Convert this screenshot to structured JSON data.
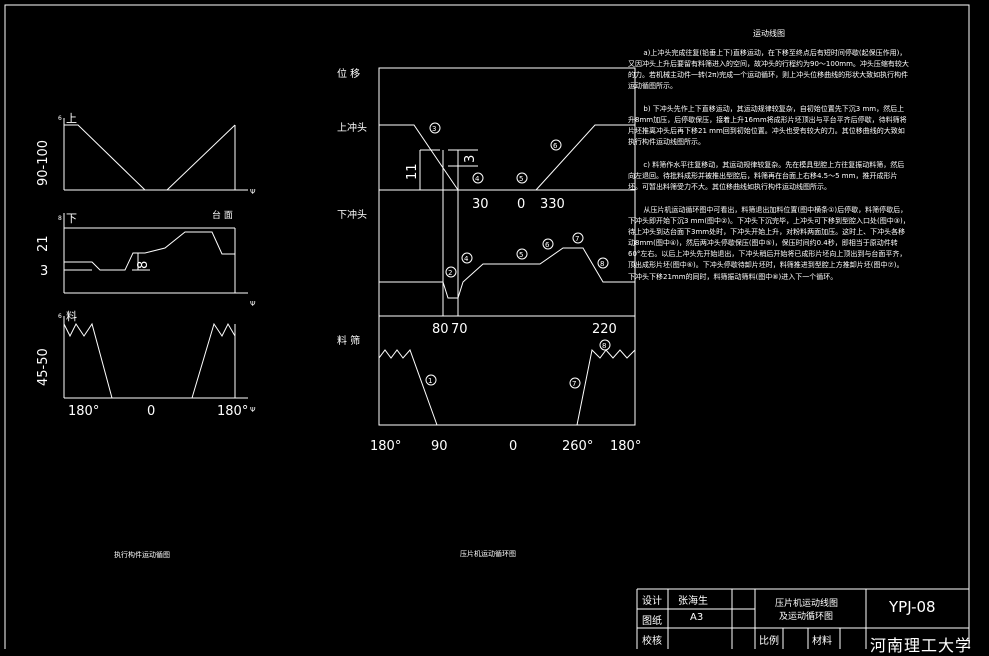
{
  "left_panel": {
    "caption": "执行构件运动循图",
    "chart1": {
      "y_tick": "6",
      "y_label": "上",
      "range_label": "90-100",
      "x_tick": "Ψ"
    },
    "chart2": {
      "y_tick": "8",
      "y_label": "下",
      "label_21": "21",
      "label_3": "3",
      "label_8": "8",
      "platform_label": "台  面",
      "x_tick": "Ψ"
    },
    "chart3": {
      "y_tick": "6",
      "y_label": "料",
      "range_label": "45-50",
      "x_tick": "Ψ"
    },
    "x_axis": {
      "left": "180°",
      "center": "0",
      "right": "180°"
    }
  },
  "center_panel": {
    "caption": "压片机运动循环图",
    "labels": {
      "position": "位  移",
      "upper_punch": "上冲头",
      "lower_punch": "下冲头",
      "feed_shoe": "料  筛"
    },
    "dims": {
      "d11": "11",
      "d3": "3"
    },
    "upper_ticks": {
      "t30": "30",
      "t0": "0",
      "t330": "330"
    },
    "lower_ticks": {
      "t80": "80",
      "t70": "70",
      "t220": "220"
    },
    "bottom_ticks": {
      "t180l": "180°",
      "t90": "90",
      "t0": "0",
      "t260": "260°",
      "t180r": "180°"
    },
    "markers": [
      "1",
      "2",
      "3",
      "4",
      "5",
      "6",
      "7",
      "8"
    ]
  },
  "description": {
    "title": "运动线图",
    "paragraphs": [
      "a)上冲头完成往复(铅垂上下)直移运动，在下移至终点后有短时间停歇(起保压作用)，又因冲头上升后要留有料筛进入的空间，故冲头的行程约为90～100mm。冲头压缩有较大的力。若机械主动件一转(2π)完成一个运动循环，则上冲头位移曲线的形状大致如执行构件运动循图所示。",
      "b) 下冲头先作上下直移运动，其运动规律较复杂，自初始位置先下沉3 mm，然后上升8mm加压，后停歇保压，接着上升16mm将成形片坯顶出与平台平齐后停歇，待料筛将片坯推离冲头后再下移21 mm回到初始位置。冲头也受有较大的力。其位移曲线的大致如执行构件运动线图所示。",
      "c) 料筛作水平往复移动，其运动规律较复杂。先在模具型腔上方往复振动料筛，然后向左退回。待批料成形并被推出型腔后，料筛再在台面上右移4.5～5 mm，推开成形片坯。可暂出料筛受力不大。其位移曲线如执行构件运动线图所示。",
      "从压片机运动循环图中可看出，料筛退出加料位置(图中横条①)后停歇，料筛停歇后，下冲头即开始下沉3 mm(图中②)。下冲头下沉完毕，上冲头可下移到型腔入口处(图中③)，待上冲头到达台面下3mm处时，下冲头开始上升，对粉料两面加压。这时上、下冲头各移动8mm(图中④)，然后两冲头停歇保压(图中⑤)，保压时间约0.4秒，即相当于原动件转60°左右。以后上冲头先开始退出，下冲头稍后开始将已成形片坯向上顶出到与台面平齐，顶出成形片坯(图中⑥)。下冲头停歇待卸片坯时，料筛推进到型腔上方推卸片坯(图中⑦)。下冲头下移21mm的同时，料筛振动筛料(图中⑧)进入下一个循环。"
    ]
  },
  "title_block": {
    "design_label": "设计",
    "designer": "张海生",
    "paper_label": "图纸",
    "paper": "A3",
    "check_label": "校核",
    "drawing_title_1": "压片机运动线图",
    "drawing_title_2": "及运动循环图",
    "scale_label": "比例",
    "material_label": "材料",
    "code": "YPJ-08",
    "school": "河南理工大学"
  },
  "colors": {
    "background": "#000000",
    "line": "#ffffff"
  }
}
